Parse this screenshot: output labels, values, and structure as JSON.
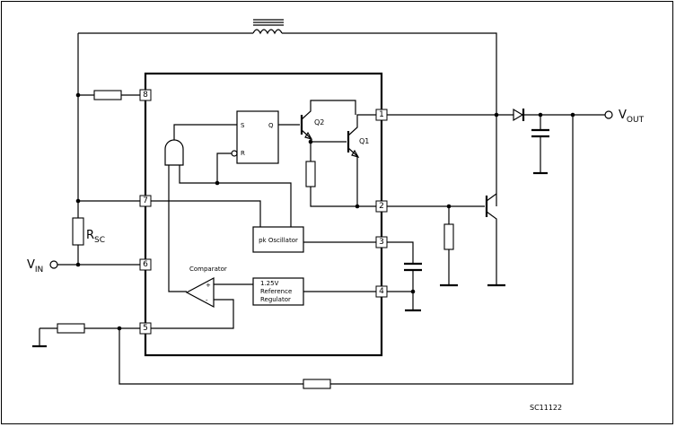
{
  "pins": [
    "1",
    "2",
    "3",
    "4",
    "5",
    "6",
    "7",
    "8"
  ],
  "labels": {
    "vin_main": "V",
    "vin_sub": "IN",
    "vout_main": "V",
    "vout_sub": "OUT",
    "rsc_main": "R",
    "rsc_sub": "SC",
    "q1": "Q1",
    "q2": "Q2",
    "ff_s": "S",
    "ff_r": "R",
    "ff_q": "Q",
    "oscillator": "pk Oscillator",
    "comparator": "Comparator",
    "comp_plus": "+",
    "comp_minus": "-",
    "ref_line1": "1.25V",
    "ref_line2": "Reference",
    "ref_line3": "Regulator",
    "figure_code": "SC11122"
  }
}
